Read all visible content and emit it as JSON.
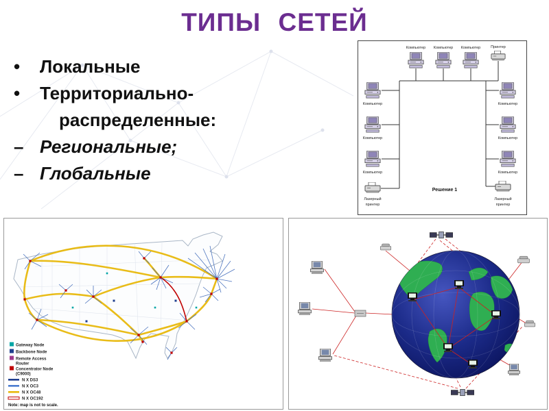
{
  "slide": {
    "title": "ТИПЫ СЕТЕЙ"
  },
  "bullets": {
    "bullet_marker": "•",
    "dash_marker": "–",
    "item1": "Локальные",
    "item2_line1": "Территориально-",
    "item2_line2": "распределенные:",
    "item3": "Региональные;",
    "item4": "Глобальные"
  },
  "lan": {
    "computer": "Компьютер",
    "printer": "Принтер",
    "laser_line1": "Лазерный",
    "laser_line2": "принтер",
    "solution": "Решение 1"
  },
  "map": {
    "legend": {
      "gateway": "Gateway Node",
      "backbone": "Backbone Node",
      "remote_line1": "Remote Access",
      "remote_line2": "Router",
      "conc_line1": "Concentrator Node",
      "conc_line2": "(C9000)",
      "ds3": "N X DS3",
      "oc3": "N X OC3",
      "oc48": "N X OC48",
      "oc192": "N X OC192"
    },
    "note": "Note: map is not to scale."
  },
  "colors": {
    "title": "#6B2D90",
    "gateway_node": "#00A5A5",
    "backbone_node": "#1F3F8F",
    "remote_access_router": "#9E3A8C",
    "concentrator_node": "#C00000",
    "ds3_line": "#1F3F8F",
    "oc3_line": "#4A7BD0",
    "oc48_line": "#E8B90C",
    "oc192_line": "#C00000"
  }
}
